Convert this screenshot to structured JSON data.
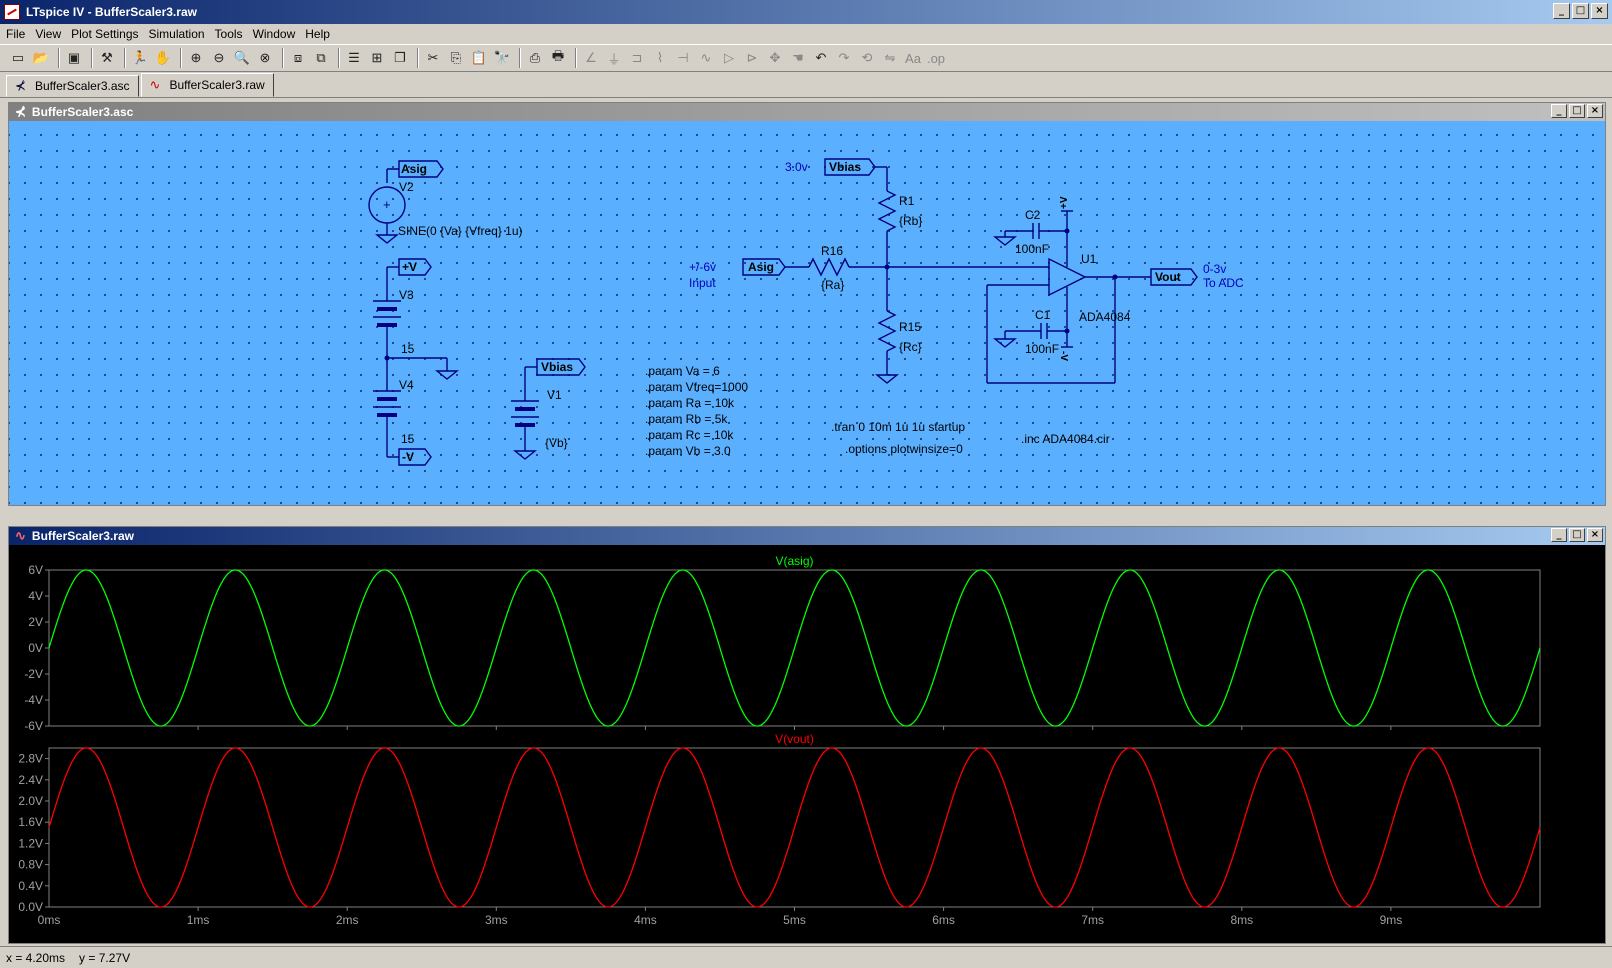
{
  "app": {
    "title": "LTspice IV - BufferScaler3.raw"
  },
  "menu": [
    "File",
    "View",
    "Plot Settings",
    "Simulation",
    "Tools",
    "Window",
    "Help"
  ],
  "toolbar_icons": [
    "new-schematic-icon",
    "open-icon",
    "save-icon",
    "control-panel-icon",
    "run-icon",
    "halt-icon",
    "zoom-in-icon",
    "zoom-out-icon",
    "zoom-area-icon",
    "zoom-fit-icon",
    "autorange-icon",
    "add-trace-icon",
    "tile-horizontal-icon",
    "tile-vertical-icon",
    "cascade-icon",
    "cut-icon",
    "copy-icon",
    "paste-icon",
    "find-icon",
    "print-setup-icon",
    "print-icon",
    "wire-icon",
    "ground-icon",
    "label-icon",
    "resistor-icon",
    "capacitor-icon",
    "inductor-icon",
    "diode-icon",
    "component-icon",
    "move-icon",
    "drag-icon",
    "undo-icon",
    "redo-icon",
    "rotate-icon",
    "mirror-icon",
    "text-icon",
    "spice-directive-icon"
  ],
  "tabs": [
    {
      "label": "BufferScaler3.asc",
      "icon": "schematic-icon"
    },
    {
      "label": "BufferScaler3.raw",
      "icon": "waveform-icon"
    }
  ],
  "schematic_window": {
    "title": "BufferScaler3.asc",
    "labels": {
      "asig_flag": "Asig",
      "v2": "V2",
      "sine": "SINE(0 {Va} {Vfreq} 1u)",
      "vplus_flag": "+V",
      "v3": "V3",
      "v3_value": "15",
      "v4": "V4",
      "v4_value": "15",
      "vminus_flag": "-V",
      "vbias_flag_left": "Vbias",
      "v1": "V1",
      "v1_value": "{Vb}",
      "params": [
        ".param Va = 6",
        ".param Vfreq=1000",
        ".param Ra = 10k",
        ".param Rb = 5k",
        ".param Rc = 10k",
        ".param Vb = 3.0"
      ],
      "bias_note": "3.0v",
      "vbias_flag": "Vbias",
      "r1": "R1",
      "r1_value": "{Rb}",
      "input_range": "+/-6v",
      "input_text": "Input",
      "asig_in_flag": "Asig",
      "r16": "R16",
      "r16_value": "{Ra}",
      "r15": "R15",
      "r15_value": "{Rc}",
      "c2": "C2",
      "c2_value": "100nF",
      "u1": "U1",
      "u1_model": "ADA4084",
      "c1": "C1",
      "c1_value": "100nF",
      "vout_flag": "Vout",
      "out_range": "0-3v",
      "out_text": "To ADC",
      "tran": ".tran 0 10m 1u 1u startup",
      "options": ".options plotwinsize=0",
      "inc": ".inc ADA4084.cir",
      "op_vplus": "+V",
      "op_vminus": "-V"
    }
  },
  "waveform_window": {
    "title": "BufferScaler3.raw"
  },
  "status": {
    "x": "x = 4.20ms",
    "y": "y = 7.27V"
  },
  "chart_data": [
    {
      "type": "line",
      "title": "V(asig)",
      "color": "#00ff00",
      "x_unit": "ms",
      "xlim": [
        0,
        10
      ],
      "ylim": [
        -6,
        6
      ],
      "yticks": [
        "6V",
        "4V",
        "2V",
        "0V",
        "-2V",
        "-4V",
        "-6V"
      ],
      "series": [
        {
          "name": "V(asig)",
          "function": "6*sin(2*pi*1000*t)",
          "amplitude": 6,
          "offset": 0,
          "frequency_hz": 1000
        }
      ]
    },
    {
      "type": "line",
      "title": "V(vout)",
      "color": "#ff0000",
      "x_unit": "ms",
      "xlim": [
        0,
        10
      ],
      "ylim": [
        0,
        3
      ],
      "yticks": [
        "2.8V",
        "2.4V",
        "2.0V",
        "1.6V",
        "1.2V",
        "0.8V",
        "0.4V",
        "0.0V"
      ],
      "xticks": [
        "0ms",
        "1ms",
        "2ms",
        "3ms",
        "4ms",
        "5ms",
        "6ms",
        "7ms",
        "8ms",
        "9ms"
      ],
      "series": [
        {
          "name": "V(vout)",
          "function": "1.5+1.5*sin(2*pi*1000*t)",
          "amplitude": 1.5,
          "offset": 1.5,
          "frequency_hz": 1000
        }
      ]
    }
  ]
}
